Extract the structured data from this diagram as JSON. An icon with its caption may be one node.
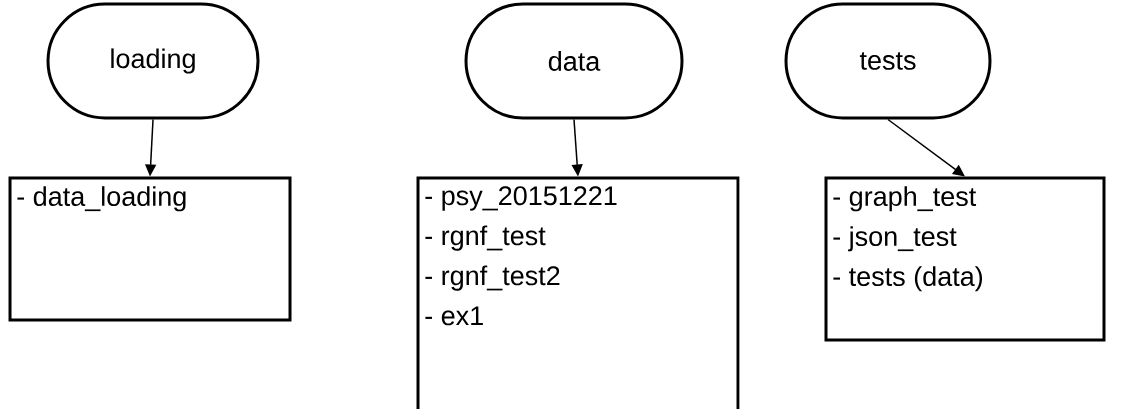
{
  "diagram": {
    "nodes": [
      {
        "text": [
          "loading"
        ]
      },
      {
        "text": [
          "- data_loading"
        ]
      },
      {
        "text": [
          "data"
        ]
      },
      {
        "text": [
          "- psy_20151221",
          "- rgnf_test",
          "- rgnf_test2",
          "- ex1"
        ]
      },
      {
        "text": [
          "tests"
        ]
      },
      {
        "text": [
          "- graph_test",
          "- json_test",
          "- tests (data)"
        ]
      }
    ],
    "edges": [
      {
        "from": 0,
        "to": 1,
        "arrow": "to"
      },
      {
        "from": 2,
        "to": 3,
        "arrow": "to"
      },
      {
        "from": 4,
        "to": 5,
        "arrow": "to"
      }
    ]
  }
}
